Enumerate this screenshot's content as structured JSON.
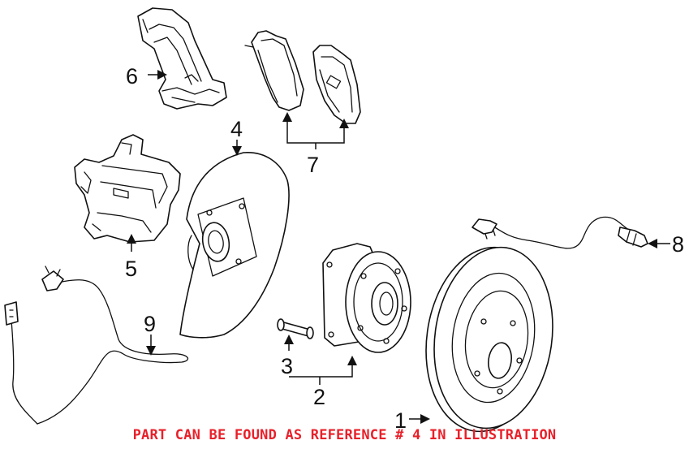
{
  "callouts": {
    "c1": "1",
    "c2": "2",
    "c3": "3",
    "c4": "4",
    "c5": "5",
    "c6": "6",
    "c7": "7",
    "c8": "8",
    "c9": "9"
  },
  "notice": "PART CAN BE FOUND AS REFERENCE # 4 IN ILLUSTRATION",
  "colors": {
    "notice": "#e8202a",
    "line": "#111111"
  }
}
